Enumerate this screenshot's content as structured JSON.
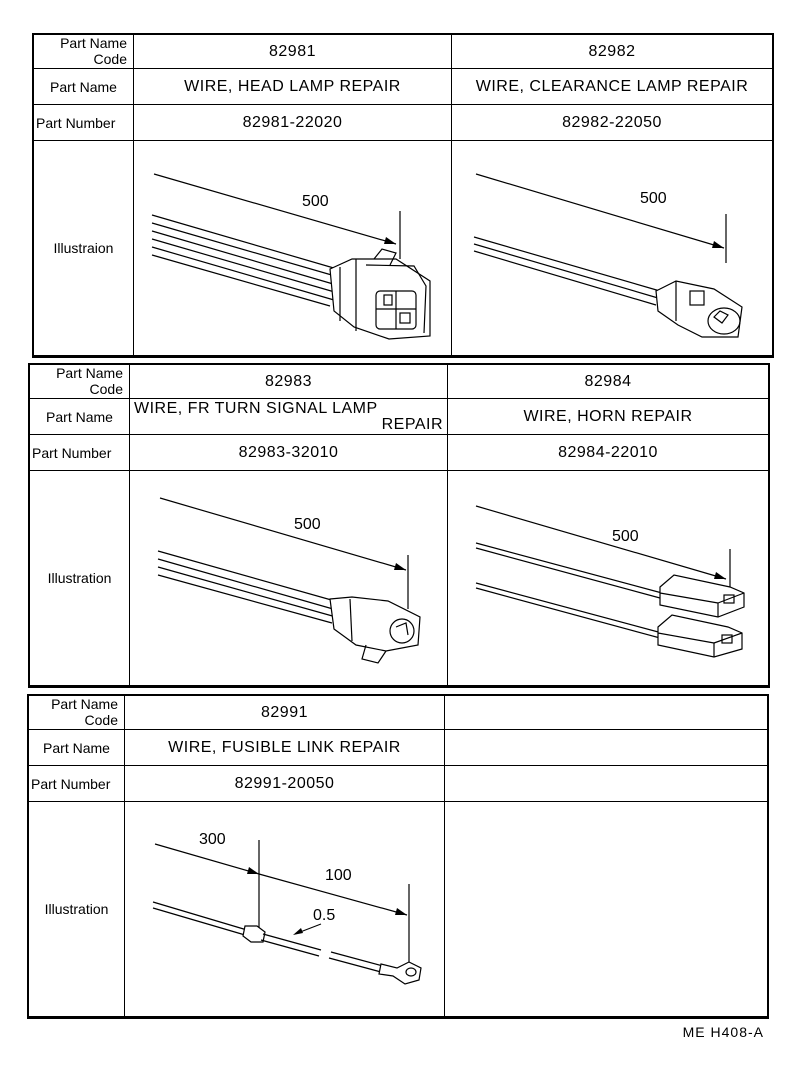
{
  "labels": {
    "code": [
      "Part Name",
      "Code"
    ],
    "part_name": "Part Name",
    "part_number": "Part Number",
    "illustration_1": "Illustraion",
    "illustration": "Illustration"
  },
  "tables": [
    {
      "parts": [
        {
          "code": "82981",
          "name": "WIRE, HEAD LAMP REPAIR",
          "number": "82981-22020",
          "dims": [
            "500"
          ]
        },
        {
          "code": "82982",
          "name": "WIRE, CLEARANCE LAMP REPAIR",
          "number": "82982-22050",
          "dims": [
            "500"
          ]
        }
      ]
    },
    {
      "parts": [
        {
          "code": "82983",
          "name": [
            "WIRE, FR TURN SIGNAL LAMP",
            "REPAIR"
          ],
          "number": "82983-32010",
          "dims": [
            "500"
          ]
        },
        {
          "code": "82984",
          "name": "WIRE, HORN REPAIR",
          "number": "82984-22010",
          "dims": [
            "500"
          ]
        }
      ]
    },
    {
      "parts": [
        {
          "code": "82991",
          "name": "WIRE, FUSIBLE LINK REPAIR",
          "number": "82991-20050",
          "dims": [
            "300",
            "100",
            "0.5"
          ]
        },
        {
          "code": "",
          "name": "",
          "number": "",
          "dims": []
        }
      ]
    }
  ],
  "footer": "ME H408-A"
}
